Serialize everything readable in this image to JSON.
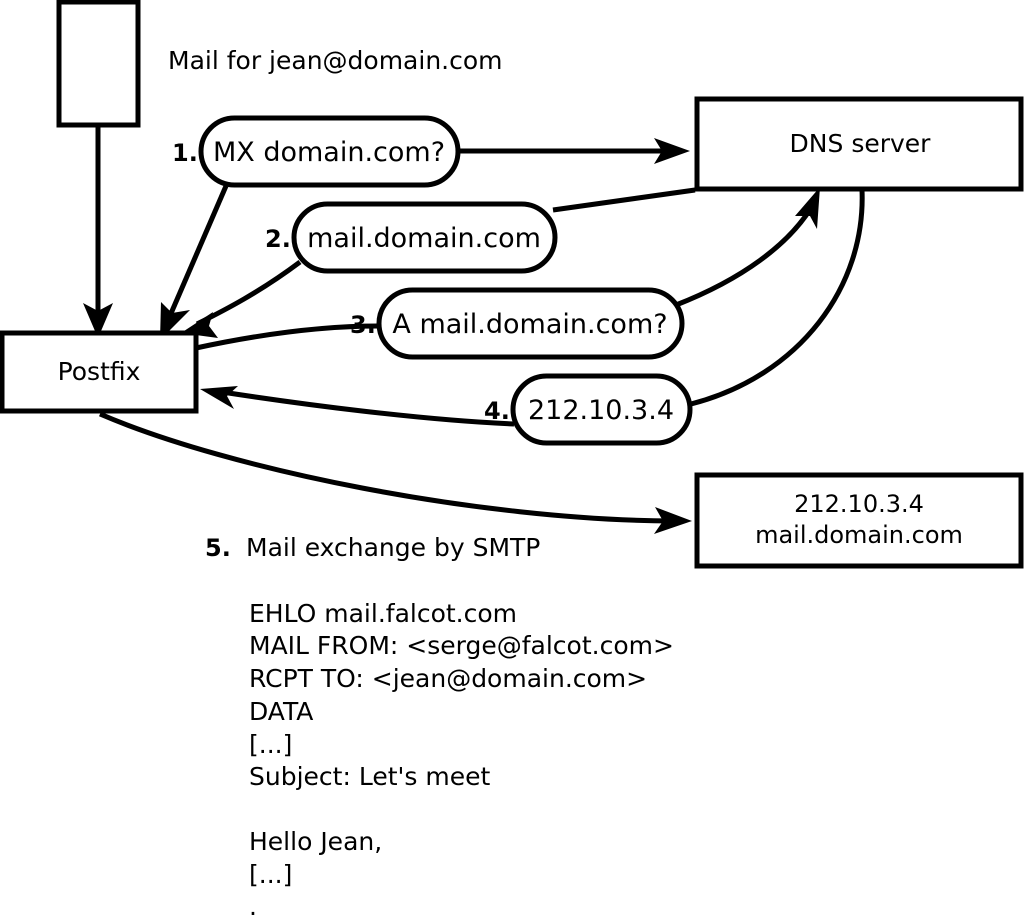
{
  "diagram": {
    "title_caption": "Mail for jean@domain.com",
    "nodes": [
      {
        "id": "mail-client",
        "label": ""
      },
      {
        "id": "postfix",
        "label": "Postfix"
      },
      {
        "id": "dns-server",
        "label": "DNS server"
      },
      {
        "id": "remote-mx-line1",
        "label": "212.10.3.4"
      },
      {
        "id": "remote-mx-line2",
        "label": "mail.domain.com"
      }
    ],
    "steps": [
      {
        "number": "1.",
        "text": "MX domain.com?",
        "direction": "postfix-to-dns"
      },
      {
        "number": "2.",
        "text": "mail.domain.com",
        "direction": "dns-to-postfix"
      },
      {
        "number": "3.",
        "text": "A mail.domain.com?",
        "direction": "postfix-to-dns"
      },
      {
        "number": "4.",
        "text": "212.10.3.4",
        "direction": "dns-to-postfix"
      },
      {
        "number": "5.",
        "text": "Mail exchange by SMTP",
        "direction": "postfix-to-remote-mx"
      }
    ],
    "smtp_transcript": [
      "EHLO mail.falcot.com",
      "MAIL FROM: <serge@falcot.com>",
      "RCPT TO: <jean@domain.com>",
      "DATA",
      "[...]",
      "Subject: Let's meet",
      "",
      "Hello Jean,",
      "[...]",
      "."
    ],
    "colors": {
      "stroke": "#000000",
      "fill": "#ffffff",
      "text": "#000000"
    }
  }
}
